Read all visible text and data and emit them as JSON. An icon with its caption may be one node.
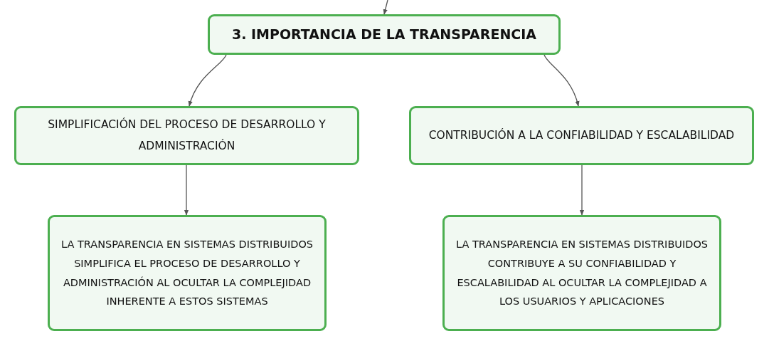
{
  "diagram": {
    "nodes": [
      {
        "text": [
          "3. IMPORTANCIA DE LA TRANSPARENCIA"
        ]
      },
      {
        "text": [
          "SIMPLIFICACIÓN DEL PROCESO DE DESARROLLO Y ADMINISTRACIÓN"
        ]
      },
      {
        "text": [
          "CONTRIBUCIÓN A LA CONFIABILIDAD Y ESCALABILIDAD"
        ]
      },
      {
        "text": [
          "LA TRANSPARENCIA EN SISTEMAS DISTRIBUIDOS SIMPLIFICA EL PROCESO DE DESARROLLO Y ADMINISTRACIÓN AL OCULTAR LA COMPLEJIDAD INHERENTE A ESTOS SISTEMAS"
        ]
      },
      {
        "text": [
          "LA TRANSPARENCIA EN SISTEMAS DISTRIBUIDOS CONTRIBUYE A SU CONFIABILIDAD Y ESCALABILIDAD AL OCULTAR LA COMPLEJIDAD A LOS USUARIOS Y APLICACIONES"
        ]
      }
    ],
    "edges": [
      {
        "from": null,
        "to": 0,
        "arrow": "to"
      },
      {
        "from": 0,
        "to": 1,
        "arrow": "to"
      },
      {
        "from": 0,
        "to": 2,
        "arrow": "to"
      },
      {
        "from": 1,
        "to": 3,
        "arrow": "to"
      },
      {
        "from": 2,
        "to": 4,
        "arrow": "to"
      }
    ]
  }
}
